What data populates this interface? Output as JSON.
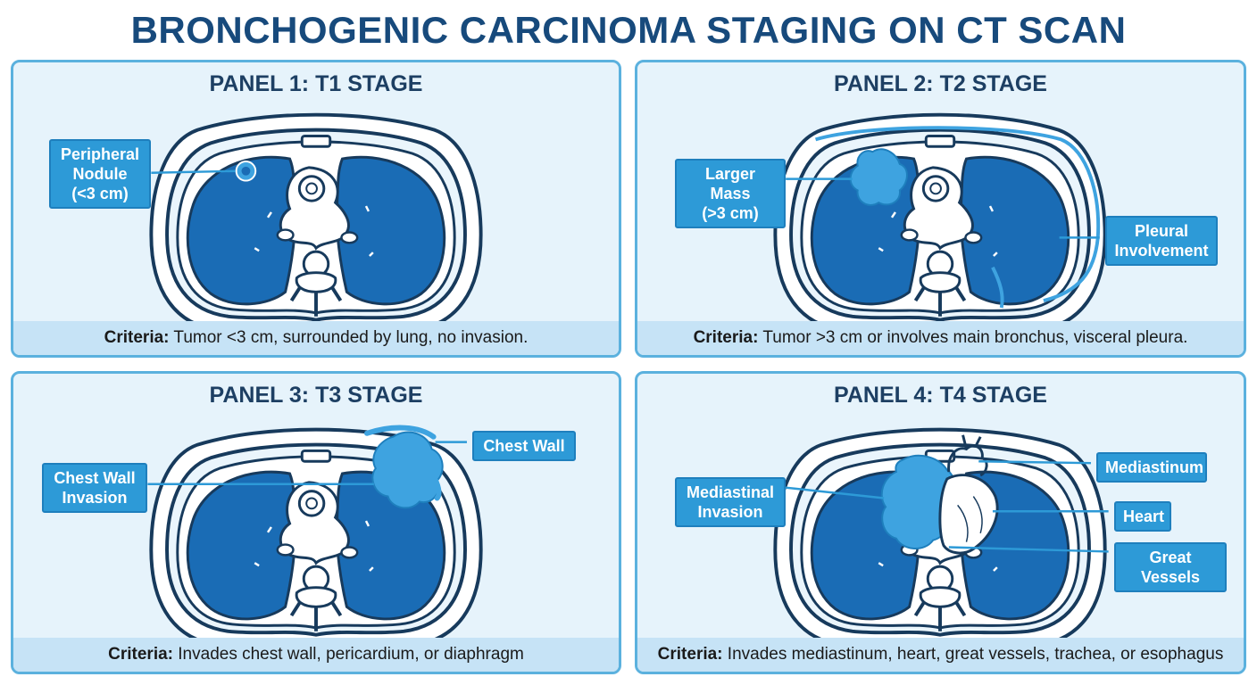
{
  "title": "BRONCHOGENIC CARCINOMA STAGING ON CT SCAN",
  "colors": {
    "title": "#174a7c",
    "panel_border": "#5bb1de",
    "panel_bg": "#e6f3fb",
    "criteria_bg": "#c6e3f6",
    "lung": "#1a6cb5",
    "tumor": "#3ea3e0",
    "callout_bg": "#2d9ad7",
    "outline": "#173a5c"
  },
  "panels": [
    {
      "title": "PANEL 1: T1 STAGE",
      "criteria_label": "Criteria:",
      "criteria_text": " Tumor <3 cm, surrounded by lung, no invasion.",
      "callouts": [
        "Peripheral\nNodule\n(<3 cm)"
      ]
    },
    {
      "title": "PANEL 2: T2 STAGE",
      "criteria_label": "Criteria:",
      "criteria_text": " Tumor >3 cm or involves main bronchus, visceral pleura.",
      "callouts": [
        "Larger Mass\n(>3 cm)",
        "Pleural\nInvolvement"
      ]
    },
    {
      "title": "PANEL 3: T3 STAGE",
      "criteria_label": "Criteria:",
      "criteria_text": " Invades chest wall, pericardium, or diaphragm",
      "callouts": [
        "Chest Wall\nInvasion",
        "Chest Wall"
      ]
    },
    {
      "title": "PANEL 4: T4 STAGE",
      "criteria_label": "Criteria:",
      "criteria_text": " Invades mediastinum, heart, great vessels, trachea, or esophagus",
      "callouts": [
        "Mediastinal\nInvasion",
        "Mediastinum",
        "Heart",
        "Great Vessels"
      ]
    }
  ]
}
